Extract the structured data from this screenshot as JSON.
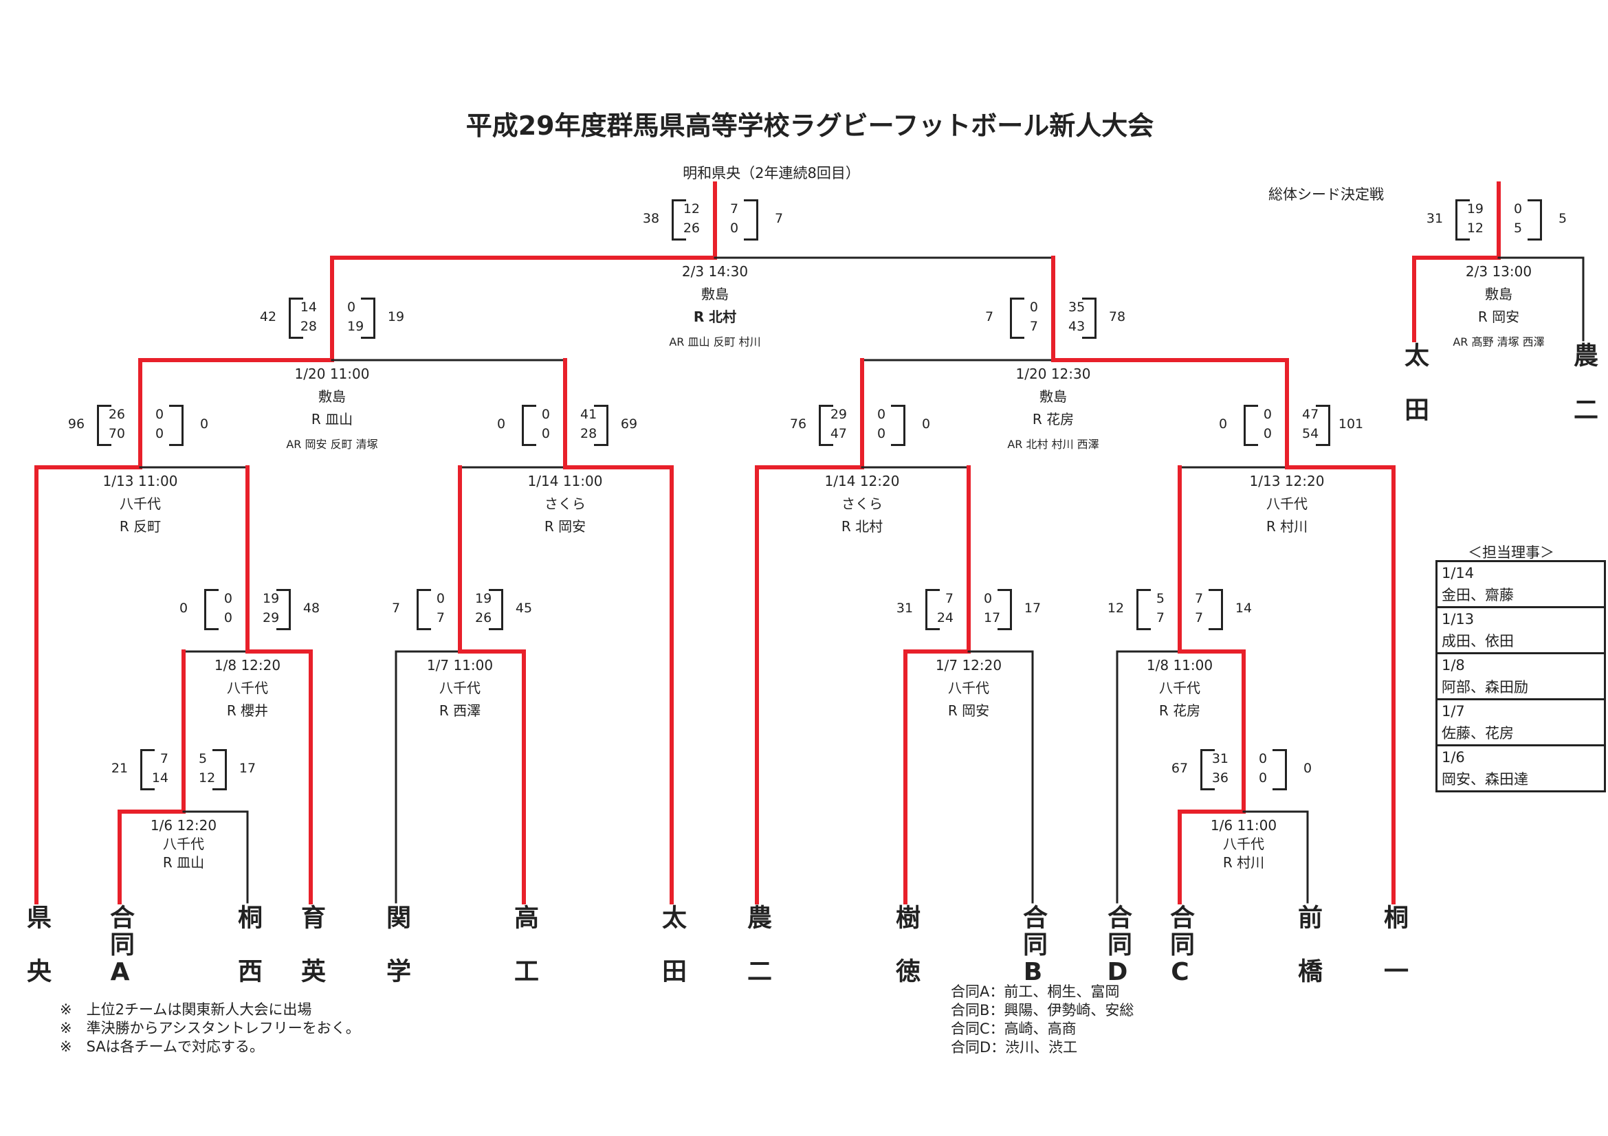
{
  "title": "平成29年度群馬県高等学校ラグビーフットボール新人大会",
  "champion_note": "明和県央（2年連続8回目）",
  "seed_match_label": "総体シード決定戦",
  "colors": {
    "winner_line": "#e8202a",
    "line": "#222222"
  },
  "matches": [
    {
      "id": "final",
      "date": "2/3 14:30",
      "venue": "敷島",
      "referee": "R 北村",
      "ar": "AR 皿山 反町 村川",
      "left_total": "38",
      "left_halves": [
        "12",
        "26"
      ],
      "right_halves": [
        "7",
        "0"
      ],
      "right_total": "7"
    },
    {
      "id": "semi-left",
      "date": "1/20 11:00",
      "venue": "敷島",
      "referee": "R 皿山",
      "ar": "AR 岡安 反町 清塚",
      "left_total": "42",
      "left_halves": [
        "14",
        "28"
      ],
      "right_halves": [
        "0",
        "19"
      ],
      "right_total": "19"
    },
    {
      "id": "semi-right",
      "date": "1/20 12:30",
      "venue": "敷島",
      "referee": "R 花房",
      "ar": "AR 北村 村川 西澤",
      "left_total": "7",
      "left_halves": [
        "0",
        "7"
      ],
      "right_halves": [
        "35",
        "43"
      ],
      "right_total": "78"
    },
    {
      "id": "qf1",
      "date": "1/13 11:00",
      "venue": "八千代",
      "referee": "R 反町",
      "left_total": "96",
      "left_halves": [
        "26",
        "70"
      ],
      "right_halves": [
        "0",
        "0"
      ],
      "right_total": "0"
    },
    {
      "id": "qf2",
      "date": "1/14 11:00",
      "venue": "さくら",
      "referee": "R 岡安",
      "left_total": "0",
      "left_halves": [
        "0",
        "0"
      ],
      "right_halves": [
        "41",
        "28"
      ],
      "right_total": "69"
    },
    {
      "id": "qf3",
      "date": "1/14 12:20",
      "venue": "さくら",
      "referee": "R 北村",
      "left_total": "76",
      "left_halves": [
        "29",
        "47"
      ],
      "right_halves": [
        "0",
        "0"
      ],
      "right_total": "0"
    },
    {
      "id": "qf4",
      "date": "1/13 12:20",
      "venue": "八千代",
      "referee": "R 村川",
      "left_total": "0",
      "left_halves": [
        "0",
        "0"
      ],
      "right_halves": [
        "47",
        "54"
      ],
      "right_total": "101"
    },
    {
      "id": "r2a",
      "date": "1/8 12:20",
      "venue": "八千代",
      "referee": "R 櫻井",
      "left_total": "0",
      "left_halves": [
        "0",
        "0"
      ],
      "right_halves": [
        "19",
        "29"
      ],
      "right_total": "48"
    },
    {
      "id": "r2b",
      "date": "1/7 11:00",
      "venue": "八千代",
      "referee": "R 西澤",
      "left_total": "7",
      "left_halves": [
        "0",
        "7"
      ],
      "right_halves": [
        "19",
        "26"
      ],
      "right_total": "45"
    },
    {
      "id": "r2c",
      "date": "1/7 12:20",
      "venue": "八千代",
      "referee": "R 岡安",
      "left_total": "31",
      "left_halves": [
        "7",
        "24"
      ],
      "right_halves": [
        "0",
        "17"
      ],
      "right_total": "17"
    },
    {
      "id": "r2d",
      "date": "1/8 11:00",
      "venue": "八千代",
      "referee": "R 花房",
      "left_total": "12",
      "left_halves": [
        "5",
        "7"
      ],
      "right_halves": [
        "7",
        "7"
      ],
      "right_total": "14"
    },
    {
      "id": "r1a",
      "date": "1/6 12:20",
      "venue": "八千代",
      "referee": "R 皿山",
      "left_total": "21",
      "left_halves": [
        "7",
        "14"
      ],
      "right_halves": [
        "5",
        "12"
      ],
      "right_total": "17"
    },
    {
      "id": "r1d",
      "date": "1/6 11:00",
      "venue": "八千代",
      "referee": "R 村川",
      "left_total": "67",
      "left_halves": [
        "31",
        "36"
      ],
      "right_halves": [
        "0",
        "0"
      ],
      "right_total": "0"
    },
    {
      "id": "seed",
      "date": "2/3 13:00",
      "venue": "敷島",
      "referee": "R 岡安",
      "ar": "AR 髙野 清塚 西澤",
      "left_total": "31",
      "left_halves": [
        "19",
        "12"
      ],
      "right_halves": [
        "0",
        "5"
      ],
      "right_total": "5"
    }
  ],
  "teams": [
    "県央",
    "合同A",
    "桐西",
    "育英",
    "関学",
    "高工",
    "太田",
    "農二",
    "樹徳",
    "合同B",
    "合同D",
    "合同C",
    "前橋",
    "桐一"
  ],
  "seed_teams": [
    "太田",
    "農二"
  ],
  "footnotes": [
    "※　上位2チームは関東新人大会に出場",
    "※　準決勝からアシスタントレフリーをおく。",
    "※　SAは各チームで対応する。"
  ],
  "joint_teams": [
    "合同A：前工、桐生、富岡",
    "合同B：興陽、伊勢崎、安総",
    "合同C：高崎、高商",
    "合同D：渋川、渋工"
  ],
  "officials": {
    "header": "＜担当理事＞",
    "rows": [
      {
        "date": "1/14",
        "names": "金田、齋藤"
      },
      {
        "date": "1/13",
        "names": "成田、依田"
      },
      {
        "date": "1/8",
        "names": "阿部、森田励"
      },
      {
        "date": "1/7",
        "names": "佐藤、花房"
      },
      {
        "date": "1/6",
        "names": "岡安、森田達"
      }
    ]
  }
}
